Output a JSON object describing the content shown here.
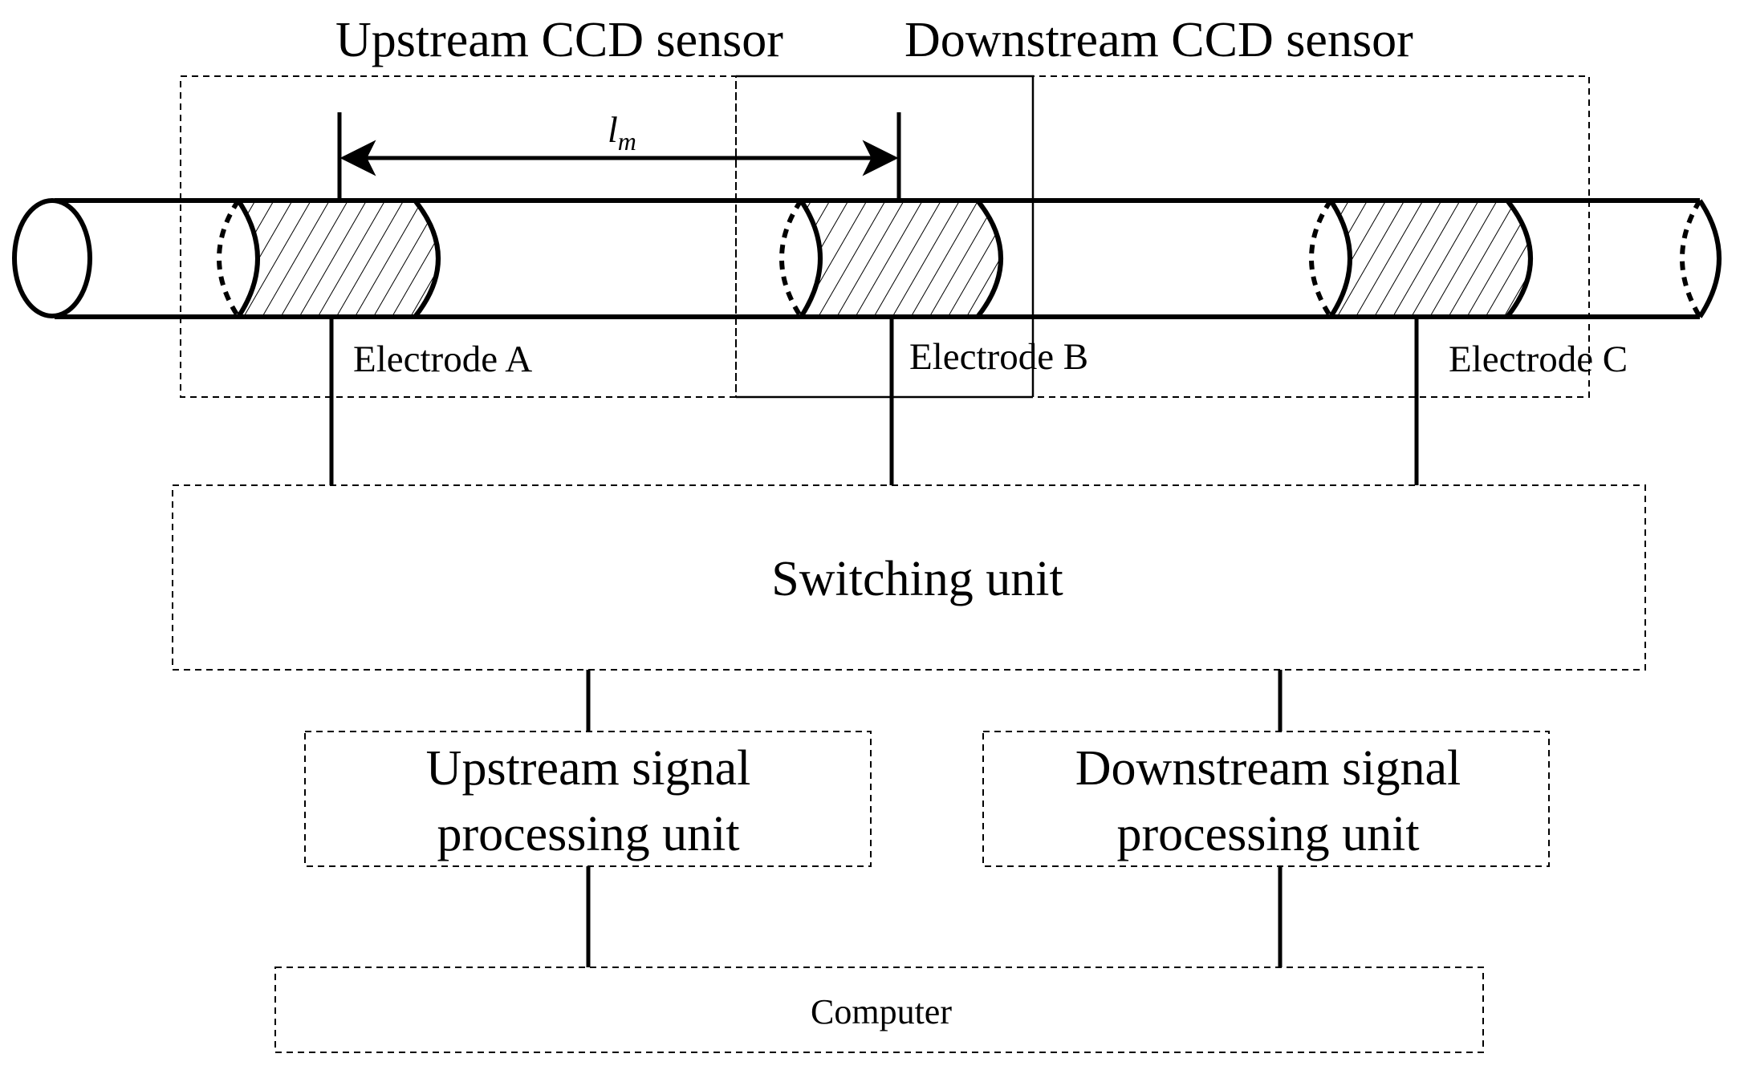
{
  "labels": {
    "upstream_sensor": "Upstream CCD sensor",
    "downstream_sensor": "Downstream CCD sensor",
    "distance_symbol": "l",
    "distance_subscript": "m",
    "electrode_a": "Electrode A",
    "electrode_b": "Electrode B",
    "electrode_c": "Electrode C",
    "switching_unit": "Switching unit",
    "upstream_processing_line1": "Upstream signal",
    "upstream_processing_line2": "processing unit",
    "downstream_processing_line1": "Downstream signal",
    "downstream_processing_line2": "processing unit",
    "computer": "Computer"
  }
}
